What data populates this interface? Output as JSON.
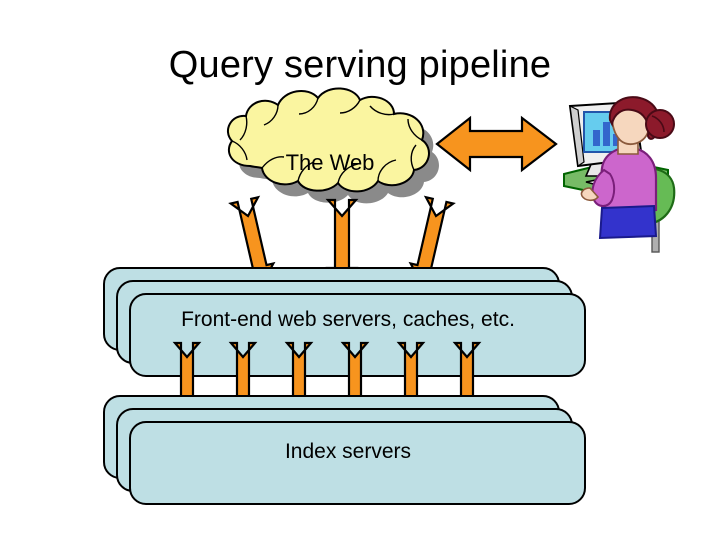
{
  "slide": {
    "title": "Query serving pipeline",
    "background_color": "#ffffff"
  },
  "diagram": {
    "type": "flow",
    "nodes": [
      {
        "id": "web-cloud",
        "shape": "cloud",
        "label": "The Web",
        "fill_color": "#FAF5A0",
        "outline_color": "#000000",
        "shadow_color": "#808080"
      },
      {
        "id": "frontend-stack",
        "shape": "stacked-rounded-rectangles",
        "label": "Front-end web servers, caches, etc.",
        "copies": 3,
        "fill_color": "#BEDFE4",
        "outline_color": "#000000"
      },
      {
        "id": "index-stack",
        "shape": "stacked-rounded-rectangles",
        "label": "Index servers",
        "copies": 3,
        "fill_color": "#BEDFE4",
        "outline_color": "#000000"
      }
    ],
    "connectors": {
      "color": "#F7941E",
      "outline_color": "#000000",
      "horizontal_double_arrow_count": 1,
      "cloud_to_frontend_double_arrow_count": 3,
      "frontend_to_index_double_arrow_count": 6
    },
    "clipart": {
      "id": "user-at-computer",
      "description": "Person seated at a desk using a desktop computer",
      "hair_color": "#8C1A2B",
      "shirt_color": "#CC66CC",
      "pants_color": "#3333CC",
      "chair_color": "#66BB55",
      "desk_color": "#77BB66",
      "monitor_body_color": "#E8E8E8",
      "screen_color": "#66CCEE",
      "screen_bar_color": "#3366CC",
      "skin_color": "#F6D7BE"
    }
  }
}
